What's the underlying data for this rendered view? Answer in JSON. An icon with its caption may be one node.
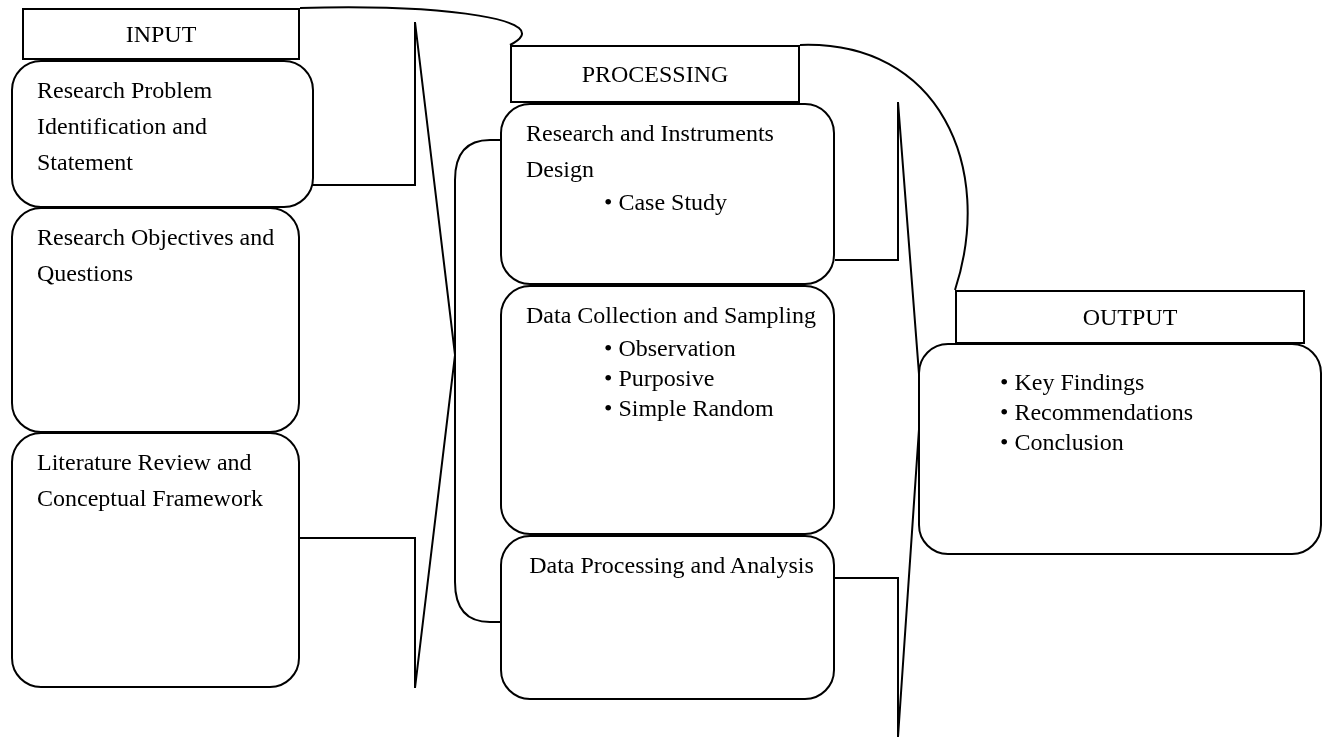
{
  "diagram": {
    "nodes": [
      {
        "text": [
          "INPUT"
        ]
      },
      {
        "text": [
          "Research Problem Identification and Statement"
        ]
      },
      {
        "text": [
          "Research Objectives and Questions"
        ]
      },
      {
        "text": [
          "Literature Review and Conceptual Framework"
        ]
      },
      {
        "text": [],
        "shape": "arrow"
      },
      {
        "text": [
          "PROCESSING"
        ]
      },
      {
        "text": [
          "Research and Instruments Design",
          "• Case Study"
        ]
      },
      {
        "text": [
          "Data Collection and Sampling",
          "• Observation",
          "• Purposive",
          "• Simple Random"
        ]
      },
      {
        "text": [
          "Data Processing and Analysis"
        ]
      },
      {
        "text": [],
        "shape": "arrow"
      },
      {
        "text": [
          "OUTPUT"
        ]
      },
      {
        "text": [
          "• Key Findings",
          "• Recommendations",
          "• Conclusion"
        ]
      }
    ],
    "edges": [
      {
        "from": 0,
        "to": 5,
        "arrow": "none"
      },
      {
        "from": 5,
        "to": 10,
        "arrow": "none"
      }
    ]
  }
}
